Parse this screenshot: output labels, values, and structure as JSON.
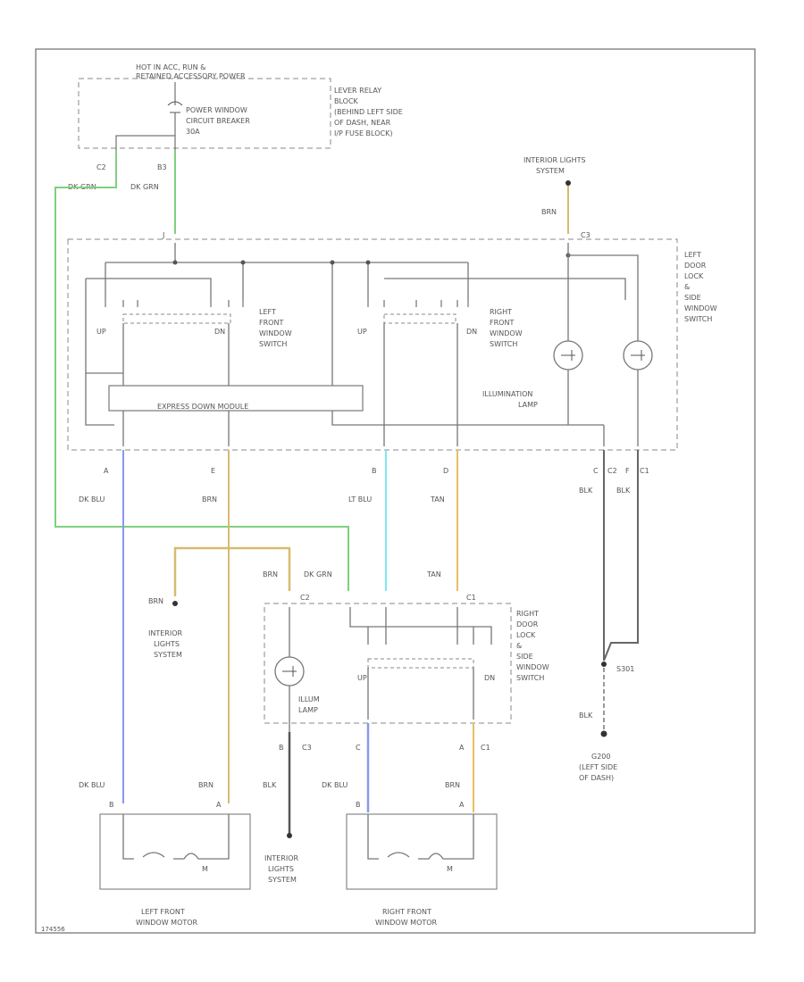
{
  "labels": {
    "hot_at_all_times": "HOT IN ACC, RUN &",
    "hot_at_all_times_2": "RETAINED ACCESSORY POWER",
    "cb_1": "POWER WINDOW",
    "cb_2": "CIRCUIT BREAKER",
    "cb_3": "30A",
    "relay_1": "LEVER RELAY",
    "relay_2": "BLOCK",
    "relay_3": "(BEHIND LEFT SIDE",
    "relay_4": "OF DASH, NEAR",
    "relay_5": "I/P FUSE BLOCK)",
    "conn_c2": "C2",
    "conn_b3": "B3",
    "wire_dk_grn_1": "DK GRN",
    "wire_dk_grn_2": "DK GRN",
    "il_sys_top_1": "INTERIOR LIGHTS",
    "il_sys_top_2": "SYSTEM",
    "wire_brn_top": "BRN",
    "conn_j": "J",
    "conn_c3_top": "C3",
    "ldl_1": "LEFT",
    "ldl_2": "DOOR",
    "ldl_3": "LOCK",
    "ldl_4": "&",
    "ldl_5": "SIDE",
    "ldl_6": "WINDOW",
    "ldl_7": "SWITCH",
    "up_left": "UP",
    "dn_left": "DN",
    "lfw_1": "LEFT",
    "lfw_2": "FRONT",
    "lfw_3": "WINDOW",
    "lfw_4": "SWITCH",
    "up_right": "UP",
    "dn_right": "DN",
    "rfw_1": "RIGHT",
    "rfw_2": "FRONT",
    "rfw_3": "WINDOW",
    "rfw_4": "SWITCH",
    "express": "EXPRESS DOWN MODULE",
    "illum_1": "ILLUMINATION",
    "illum_2": "LAMP",
    "pin_a": "A",
    "pin_e": "E",
    "pin_b": "B",
    "pin_d": "D",
    "pin_c": "C",
    "conn_c2_ldl": "C2",
    "pin_f": "F",
    "conn_c1_ldl": "C1",
    "wire_dk_blu": "DK BLU",
    "wire_brn_e": "BRN",
    "wire_lt_blu": "LT BLU",
    "wire_tan": "TAN",
    "wire_blk_c": "BLK",
    "wire_blk_f": "BLK",
    "wire_brn_rdl": "BRN",
    "wire_dk_grn_rdl": "DK GRN",
    "wire_tan_rdl": "TAN",
    "wire_brn_il": "BRN",
    "il_sys_mid_1": "INTERIOR",
    "il_sys_mid_2": "LIGHTS",
    "il_sys_mid_3": "SYSTEM",
    "conn_c2_rdl": "C2",
    "conn_c1_rdl": "C1",
    "rdl_1": "RIGHT",
    "rdl_2": "DOOR",
    "rdl_3": "LOCK",
    "rdl_4": "&",
    "rdl_5": "SIDE",
    "rdl_6": "WINDOW",
    "rdl_7": "SWITCH",
    "up_rdl": "UP",
    "dn_rdl": "DN",
    "illum_rdl_1": "ILLUM",
    "illum_rdl_2": "LAMP",
    "splice": "S301",
    "wire_blk_gnd": "BLK",
    "gnd_1": "G200",
    "gnd_2": "(LEFT SIDE",
    "gnd_3": "OF DASH)",
    "pin_b_bot": "B",
    "conn_c3_bot": "C3",
    "pin_c_rdl": "C",
    "pin_a_rdl": "A",
    "conn_c1_bot": "C1",
    "wire_dk_blu_lm": "DK BLU",
    "wire_brn_lm": "BRN",
    "wire_blk_il": "BLK",
    "wire_dk_blu_rm": "DK BLU",
    "wire_brn_rm": "BRN",
    "pin_b_lm": "B",
    "pin_a_lm": "A",
    "pin_b_rm": "B",
    "pin_a_rm": "A",
    "motor_m_l": "M",
    "motor_m_r": "M",
    "il_sys_bot_1": "INTERIOR",
    "il_sys_bot_2": "LIGHTS",
    "il_sys_bot_3": "SYSTEM",
    "lfm_1": "LEFT FRONT",
    "lfm_2": "WINDOW MOTOR",
    "rfm_1": "RIGHT FRONT",
    "rfm_2": "WINDOW MOTOR",
    "fig_id": "174556"
  },
  "colors": {
    "dk_grn": "#7fd07f",
    "dk_blu": "#8899ee",
    "brn": "#d6bb70",
    "lt_blu": "#7ae8f0",
    "tan": "#e8c060",
    "blk": "#666666",
    "frame": "#888888"
  }
}
